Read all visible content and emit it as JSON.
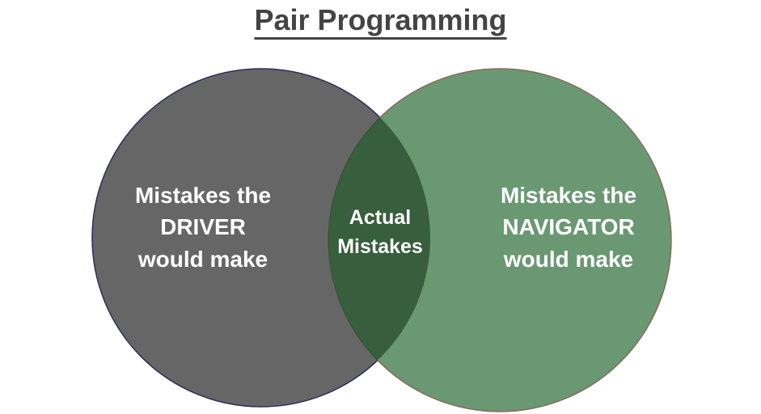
{
  "title": "Pair Programming",
  "sets": {
    "left": {
      "lines": [
        "Mistakes the",
        "DRIVER",
        "would make"
      ],
      "color": "#666666",
      "stroke": "#2e2e5a"
    },
    "right": {
      "lines": [
        "Mistakes the",
        "NAVIGATOR",
        "would make"
      ],
      "color": "#6a9873",
      "stroke": "#8a6a5a"
    },
    "intersection": {
      "lines": [
        "Actual",
        "Mistakes"
      ],
      "color": "#375e3d"
    }
  }
}
